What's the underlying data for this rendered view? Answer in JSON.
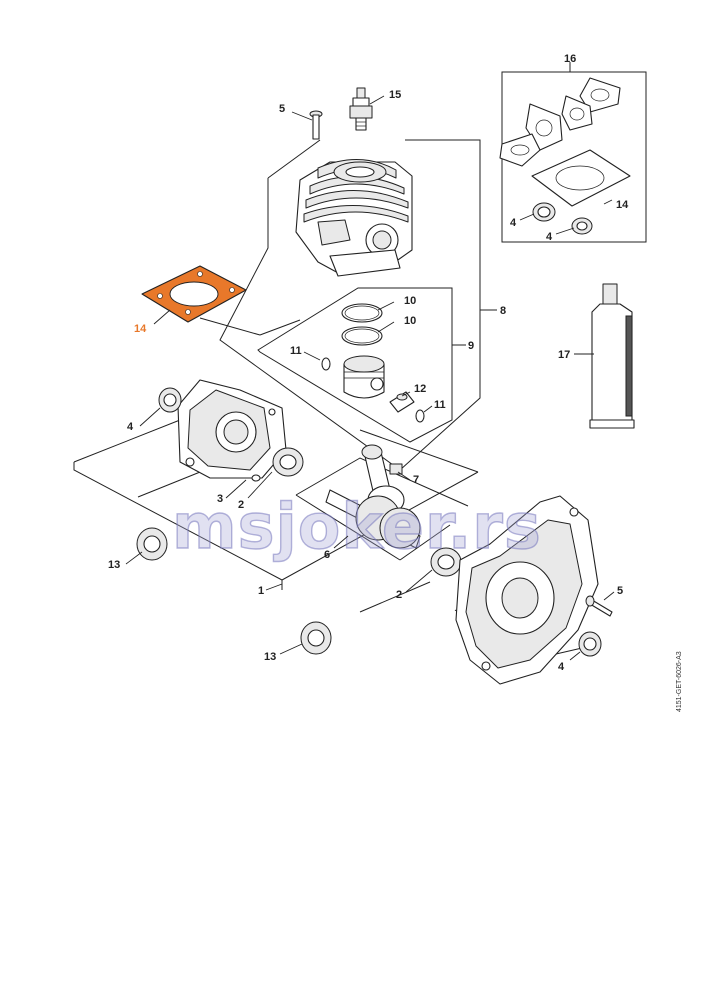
{
  "diagram": {
    "watermark": "msjoker.rs",
    "document_number": "4151-GET-6026-A3",
    "highlight_color": "#e8782a",
    "callouts": {
      "c1": "1",
      "c2a": "2",
      "c2b": "2",
      "c3": "3",
      "c4a": "4",
      "c4b": "4",
      "c4c": "4",
      "c4d": "4",
      "c5a": "5",
      "c5b": "5",
      "c6": "6",
      "c7": "7",
      "c8": "8",
      "c9": "9",
      "c10a": "10",
      "c10b": "10",
      "c11a": "11",
      "c11b": "11",
      "c12": "12",
      "c13a": "13",
      "c13b": "13",
      "c14a": "14",
      "c14b": "14",
      "c15": "15",
      "c16": "16",
      "c17": "17"
    }
  }
}
